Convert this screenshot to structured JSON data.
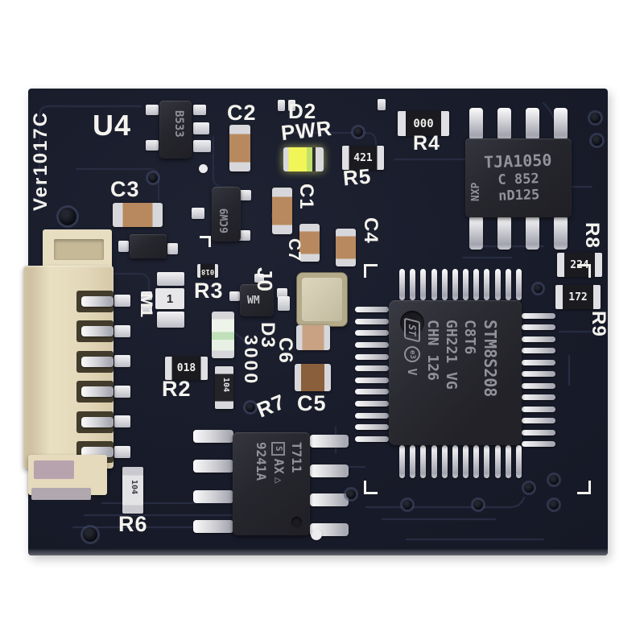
{
  "silkscreen": {
    "version": "Ver1017C",
    "u4": "U4",
    "c1": "C1",
    "c2": "C2",
    "c3": "C3",
    "c4": "C4",
    "c5": "C5",
    "c6": "C6",
    "c7": "C7",
    "d2": "D2",
    "pwr": "PWR",
    "d3": "D3",
    "j0": "J0",
    "m1": "M1",
    "s_mark": "S",
    "code": "3000",
    "r2": "R2",
    "r3": "R3",
    "r4": "R4",
    "r5": "R5",
    "r6": "R6",
    "r7": "R7",
    "r8": "R8",
    "r9": "R9"
  },
  "ic_markings": {
    "regulator": "B533",
    "sot23_a": "6CW9",
    "sot23_b": "WM",
    "inductor": "1",
    "can_transceiver": {
      "brand": "NXP",
      "line1": "TJA1050",
      "line2": "C 852",
      "line3": "nD125"
    },
    "mcu": {
      "brand": "ST",
      "line1": "STM8S208",
      "line2": "C8T6",
      "line3": "GH221 VG",
      "line4": "CHN 126",
      "emark": "e3",
      "mark": "V"
    },
    "soic8": {
      "logo": "S",
      "line1": "9241A",
      "line2": "AX",
      "symbol": "△",
      "line3": "T711"
    }
  },
  "part_values": {
    "r4": "000",
    "r5": "421",
    "r2": "018",
    "r2b": "018",
    "r8": "224",
    "r9": "172",
    "r6": "104",
    "c_mid": "104"
  }
}
